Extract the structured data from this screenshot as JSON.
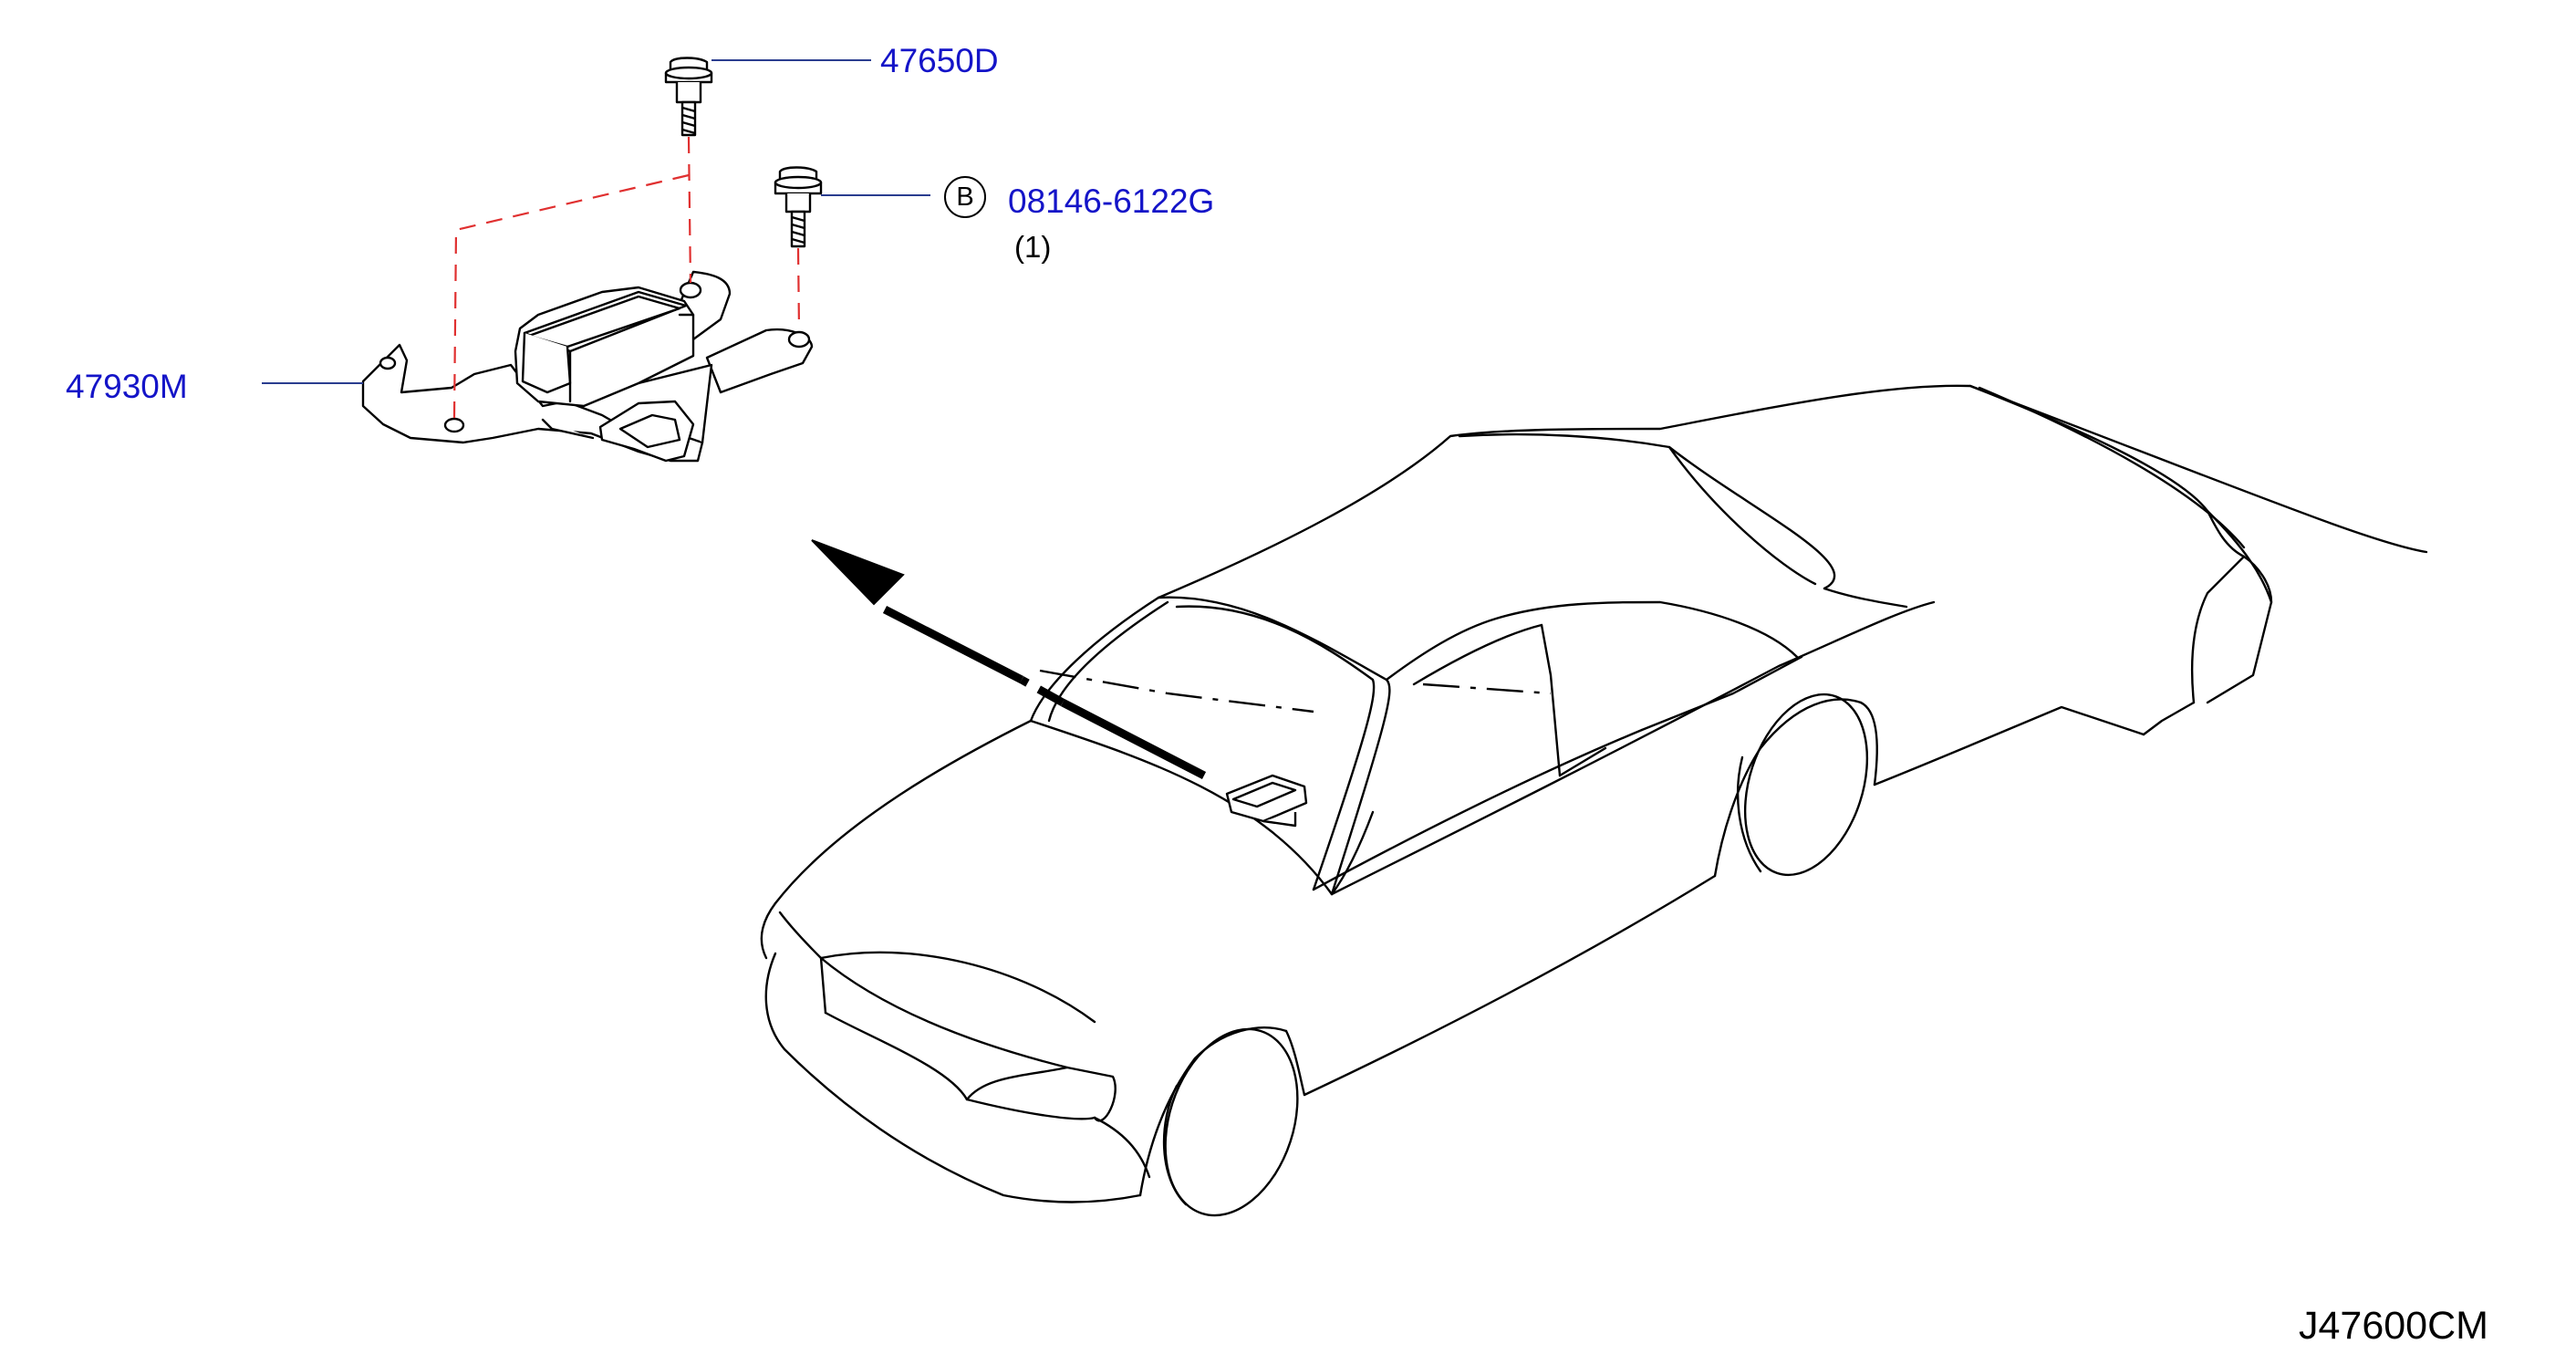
{
  "parts": {
    "bolt_top": {
      "number": "47650D"
    },
    "bolt_b": {
      "symbol": "B",
      "number": "08146-6122G",
      "quantity": "(1)"
    },
    "sensor_bracket": {
      "number": "47930M"
    }
  },
  "diagram_code": "J47600CM",
  "colors": {
    "part_number": "#1414c8",
    "leader_line": "#2a3d8f",
    "dash_line": "#e03030",
    "drawing": "#000000"
  }
}
